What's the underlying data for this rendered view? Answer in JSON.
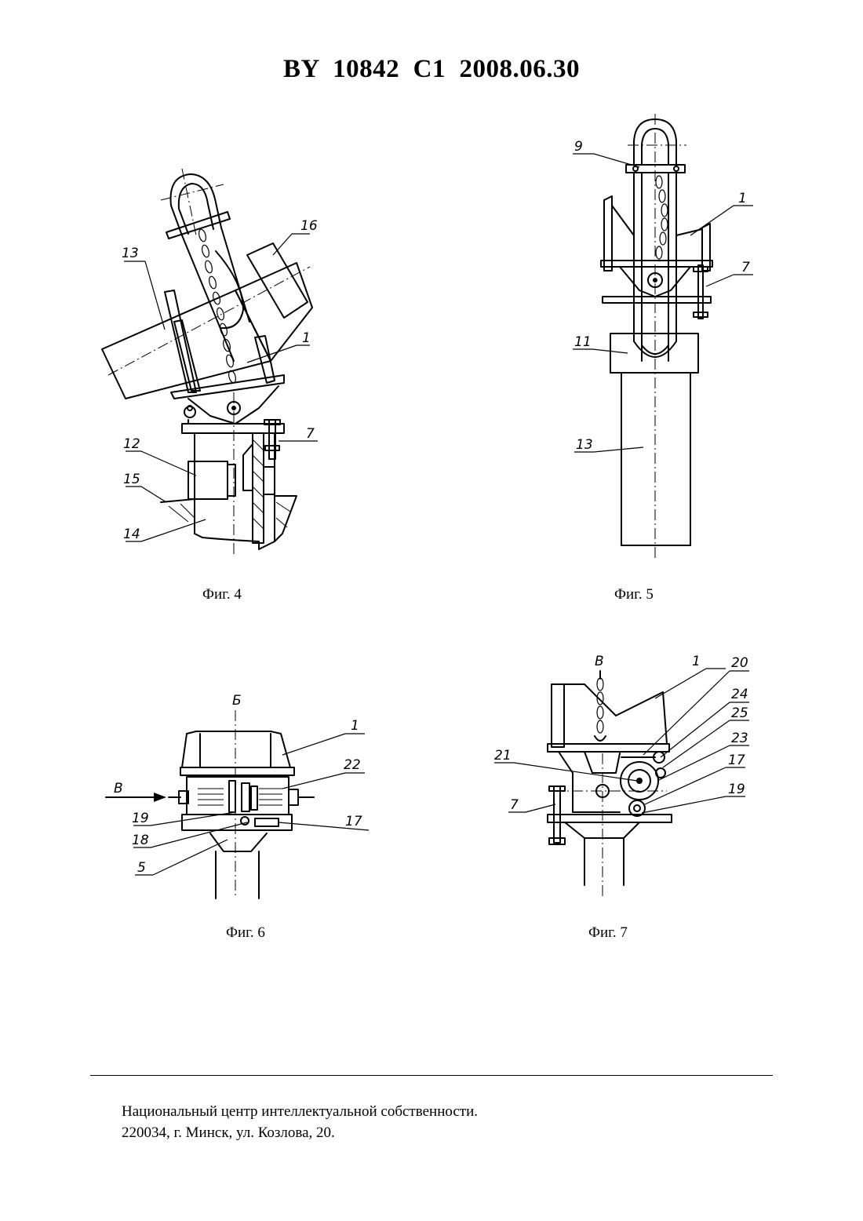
{
  "header": {
    "title": "BY  10842  C1  2008.06.30"
  },
  "figures": [
    {
      "caption": "Фиг. 4",
      "labels": [
        "13",
        "16",
        "1",
        "7",
        "12",
        "15",
        "14"
      ]
    },
    {
      "caption": "Фиг. 5",
      "labels": [
        "9",
        "1",
        "7",
        "11",
        "13"
      ]
    },
    {
      "caption": "Фиг. 6",
      "view_mark": "Б",
      "arrow_mark": "В",
      "labels": [
        "1",
        "22",
        "19",
        "18",
        "17",
        "5"
      ]
    },
    {
      "caption": "Фиг. 7",
      "view_mark": "В",
      "labels": [
        "1",
        "20",
        "24",
        "25",
        "23",
        "21",
        "17",
        "7",
        "19"
      ]
    }
  ],
  "footer": {
    "line1": "Национальный центр интеллектуальной собственности.",
    "line2": "220034, г. Минск, ул. Козлова, 20."
  }
}
